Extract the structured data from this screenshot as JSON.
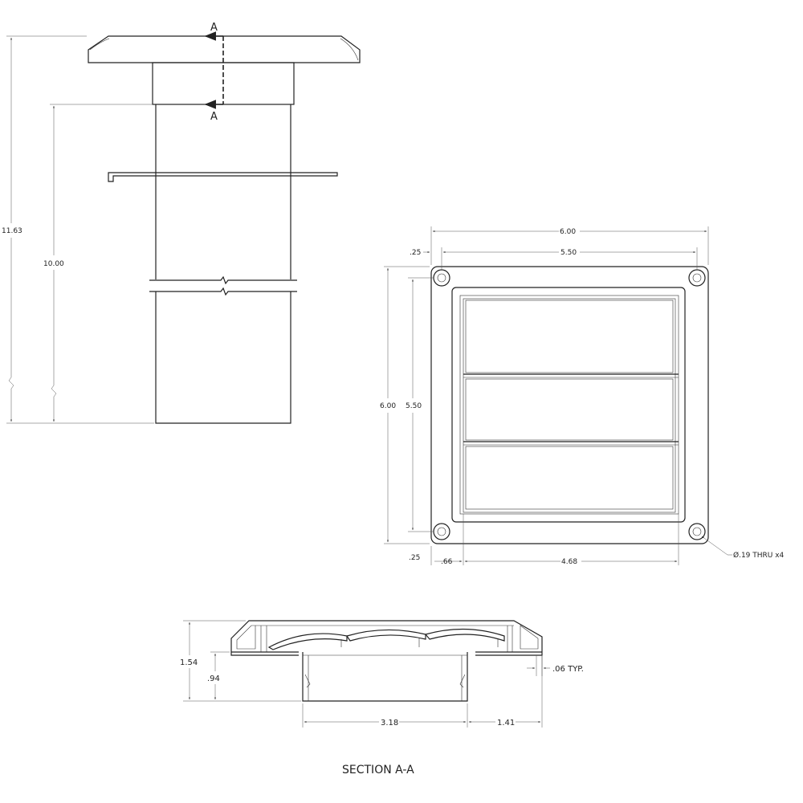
{
  "side_view": {
    "section_marker_top": "A",
    "section_marker_bottom": "A",
    "dim_overall_height": "11.63",
    "dim_duct_length": "10.00"
  },
  "front_view": {
    "dim_overall_width": "6.00",
    "dim_hole_spacing_x": "5.50",
    "dim_hole_edge_offset_top": ".25",
    "dim_overall_height": "6.00",
    "dim_hole_spacing_y": "5.50",
    "dim_hole_edge_offset_bottom": ".25",
    "dim_opening_offset": ".66",
    "dim_opening_width": "4.68",
    "hole_callout": "Ø.19 THRU x4"
  },
  "section_view": {
    "dim_total_height": "1.54",
    "dim_collar_height": ".94",
    "dim_wall_thickness": ".06 TYP.",
    "dim_collar_diameter": "3.18",
    "dim_flange_extent": "1.41",
    "title": "SECTION A-A"
  }
}
